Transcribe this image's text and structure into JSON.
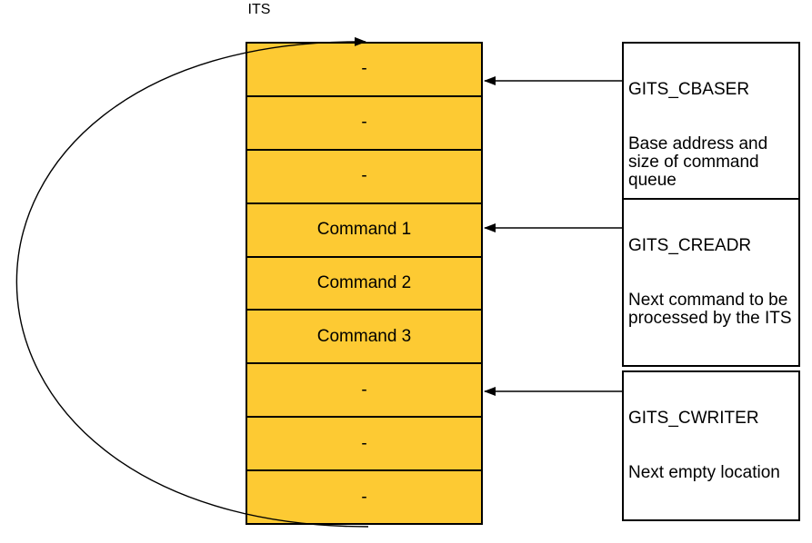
{
  "its_label": "ITS",
  "queue": {
    "rows": [
      "-",
      "-",
      "-",
      "Command 1",
      "Command 2",
      "Command 3",
      "-",
      "-",
      "-"
    ],
    "fill_color": "#FDCA33",
    "border_color": "#000000",
    "arrow_color": "#000000"
  },
  "annotations": [
    {
      "title": "GITS_CBASER",
      "description": "Base address and\nsize of command\nqueue"
    },
    {
      "title": "GITS_CREADR",
      "description": "Next command to be\nprocessed by the ITS"
    },
    {
      "title": "GITS_CWRITER",
      "description": "Next empty location"
    }
  ]
}
